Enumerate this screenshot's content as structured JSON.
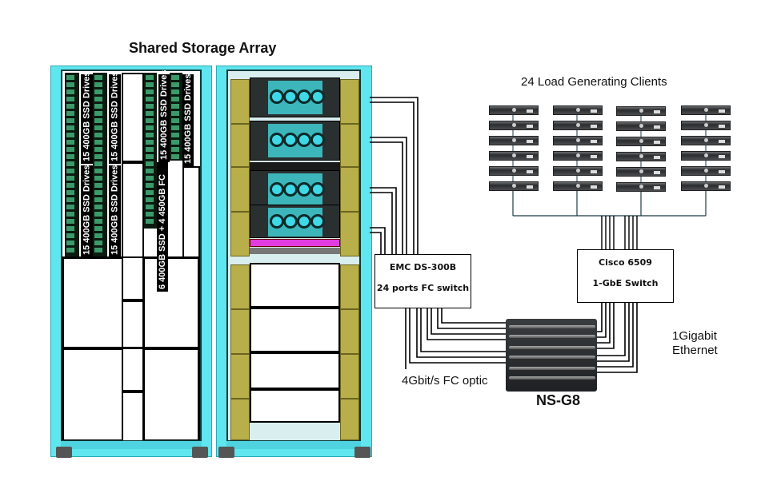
{
  "titles": {
    "storage": "Shared Storage Array",
    "clients": "24 Load Generating Clients",
    "fc_link": "4Gbit/s FC optic",
    "server": "NS-G8",
    "ethernet_line1": "1Gigabit",
    "ethernet_line2": "Ethernet"
  },
  "storage_rack": {
    "drive_labels": [
      "15 400GB SSD Drives",
      "15 400GB SSD Drives",
      "15 400GB SSD Drives",
      "15 400GB SSD Drives",
      "15 400GB SSD Drives",
      "15 400GB SSD Drives",
      "6 400GB SSD + 4 450GB FC"
    ]
  },
  "fc_switch": {
    "model": "EMC DS-300B",
    "description": "24 ports FC switch"
  },
  "ethernet_switch": {
    "model": "Cisco 6509",
    "description": "1-GbE Switch"
  },
  "clients": {
    "count": 24,
    "columns": 4,
    "rows": 6
  },
  "colors": {
    "rack_frame": "#5fe6ee",
    "olive_panel": "#b8ae4a",
    "drive_green": "#3c9a6a",
    "fan_cyan": "#3fd8e6",
    "magenta_unit": "#e13ce0"
  }
}
